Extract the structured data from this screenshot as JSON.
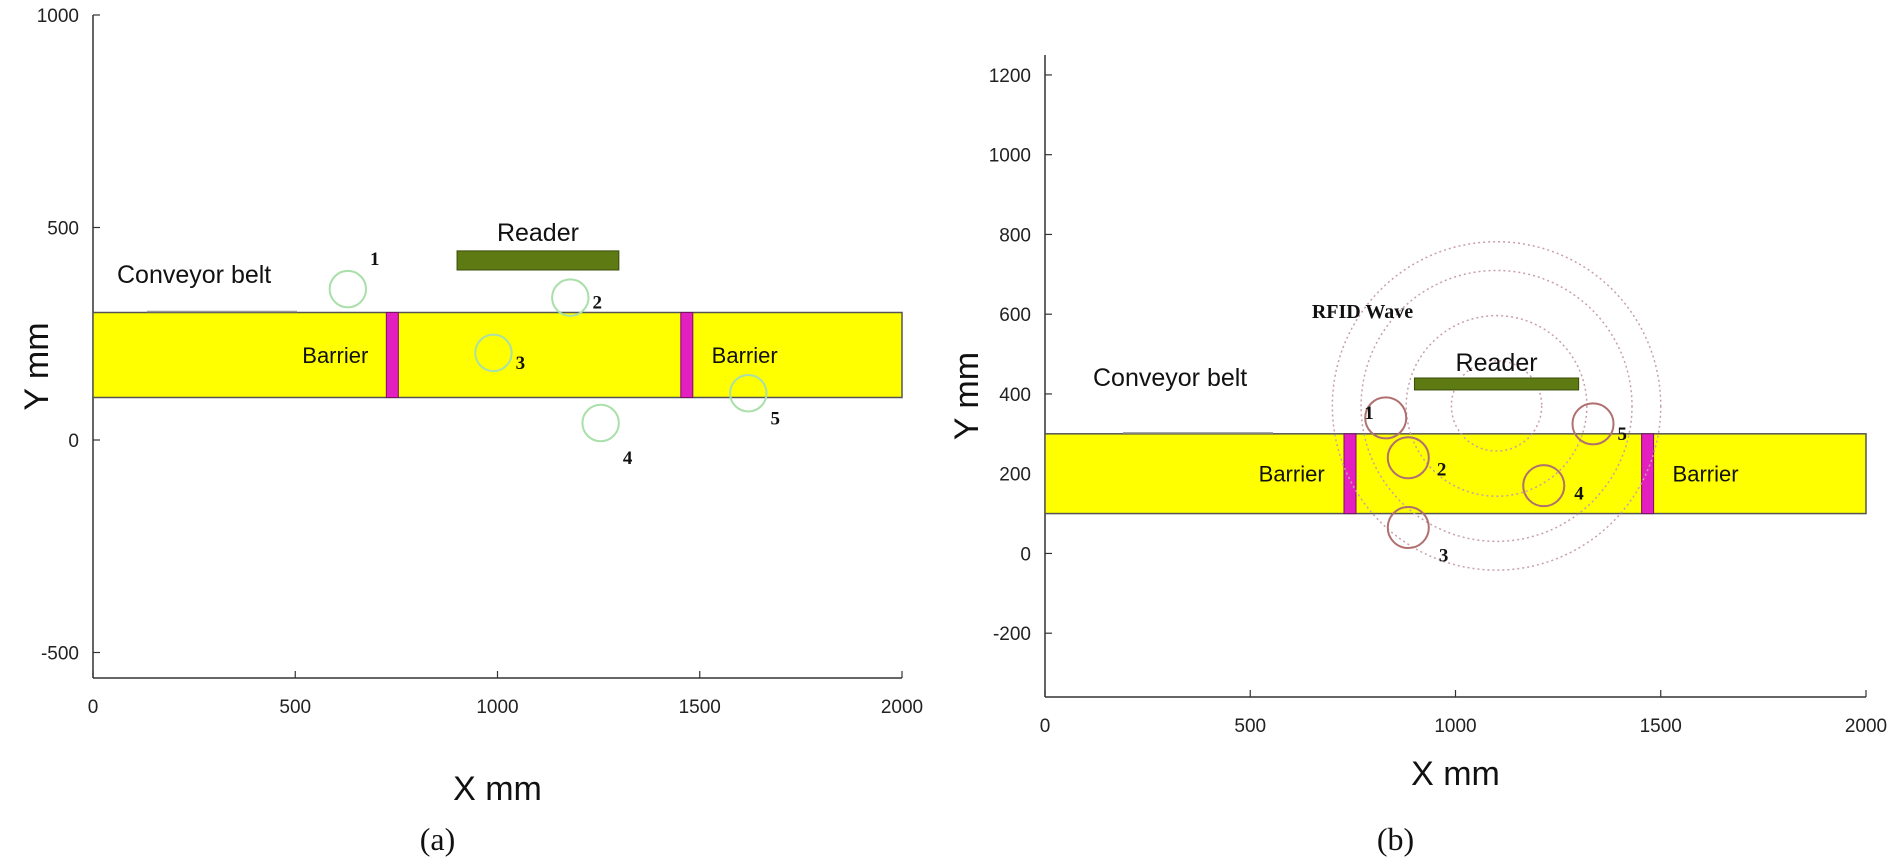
{
  "colors": {
    "belt_fill": "#ffff00",
    "belt_stroke": "#555555",
    "barrier_divider": "#e41fbf",
    "reader": "#5e7a12",
    "tag_a": "#a9dfa9",
    "tag_b": "#b07070",
    "wave": "#c8a0a8"
  },
  "chart_data": [
    {
      "type": "scatter",
      "panel_label": "(a)",
      "xlabel": "X mm",
      "ylabel": "Y mm",
      "xlim": [
        0,
        2000
      ],
      "ylim": [
        -560,
        1000
      ],
      "xticks": [
        0,
        500,
        1000,
        1500,
        2000
      ],
      "yticks": [
        -500,
        0,
        500,
        1000
      ],
      "conveyor": {
        "label": "Conveyor belt",
        "x": [
          0,
          2000
        ],
        "y": [
          100,
          300
        ]
      },
      "barriers": [
        {
          "label": "Barrier",
          "x": [
            0,
            730
          ]
        },
        {
          "label": "",
          "x": [
            750,
            1455
          ]
        },
        {
          "label": "Barrier",
          "x": [
            1480,
            2000
          ]
        }
      ],
      "dividers": [
        740,
        1468
      ],
      "reader": {
        "label": "Reader",
        "x": [
          900,
          1300
        ],
        "y": [
          400,
          445
        ]
      },
      "tag_radius": 45,
      "tags": [
        {
          "id": "1",
          "x": 630,
          "y": 355
        },
        {
          "id": "2",
          "x": 1180,
          "y": 335
        },
        {
          "id": "3",
          "x": 990,
          "y": 205
        },
        {
          "id": "4",
          "x": 1255,
          "y": 40
        },
        {
          "id": "5",
          "x": 1620,
          "y": 110
        }
      ],
      "waves": []
    },
    {
      "type": "scatter",
      "panel_label": "(b)",
      "xlabel": "X mm",
      "ylabel": "Y mm",
      "xlim": [
        0,
        2000
      ],
      "ylim": [
        -360,
        1250
      ],
      "xticks": [
        0,
        500,
        1000,
        1500,
        2000
      ],
      "yticks": [
        -200,
        0,
        200,
        400,
        600,
        800,
        1000,
        1200
      ],
      "conveyor": {
        "label": "Conveyor belt",
        "x": [
          0,
          2000
        ],
        "y": [
          100,
          300
        ]
      },
      "barriers": [
        {
          "label": "Barrier",
          "x": [
            0,
            730
          ]
        },
        {
          "label": "",
          "x": [
            760,
            1455
          ]
        },
        {
          "label": "Barrier",
          "x": [
            1480,
            2000
          ]
        }
      ],
      "dividers": [
        743,
        1468
      ],
      "reader": {
        "label": "Reader",
        "x": [
          900,
          1300
        ],
        "y": [
          410,
          440
        ]
      },
      "wave_label": "RFID Wave",
      "wave_center": [
        1100,
        370
      ],
      "waves": [
        110,
        220,
        330,
        400
      ],
      "tag_radius": 50,
      "tags": [
        {
          "id": "1",
          "x": 830,
          "y": 340
        },
        {
          "id": "2",
          "x": 885,
          "y": 240
        },
        {
          "id": "3",
          "x": 885,
          "y": 65
        },
        {
          "id": "4",
          "x": 1215,
          "y": 170
        },
        {
          "id": "5",
          "x": 1335,
          "y": 325
        }
      ]
    }
  ]
}
